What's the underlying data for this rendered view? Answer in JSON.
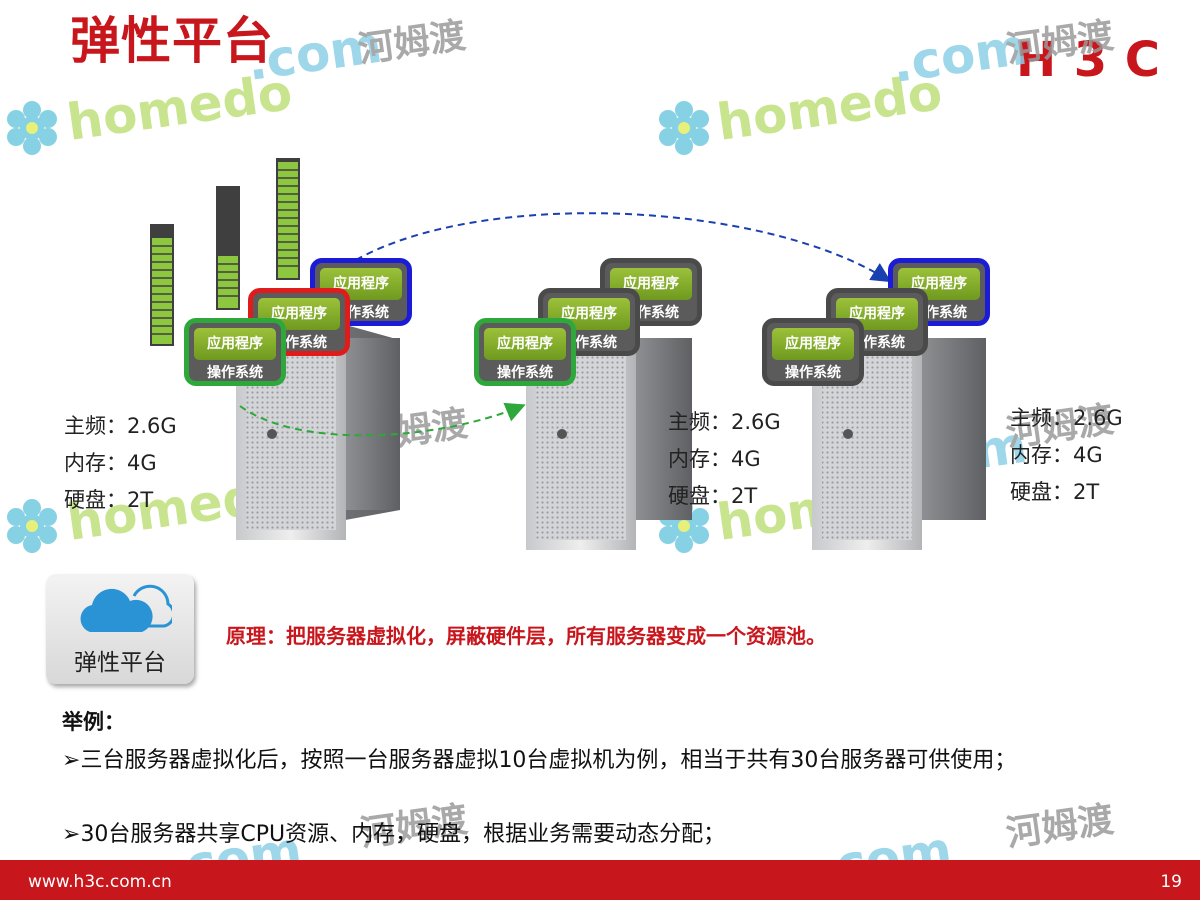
{
  "title": "弹性平台",
  "brand": {
    "logo_text": "H3C",
    "color": "#c8161d"
  },
  "watermark": {
    "brand_text": "homedo",
    "domain_text": ".com",
    "cn_text": "河姆渡"
  },
  "vm": {
    "app_label": "应用程序",
    "os_label": "操作系统"
  },
  "servers": [
    {
      "specs": [
        "主频：2.6G",
        "内存：4G",
        "硬盘：2T"
      ]
    },
    {
      "specs": [
        "主频：2.6G",
        "内存：4G",
        "硬盘：2T"
      ]
    },
    {
      "specs": [
        "主频：2.6G",
        "内存：4G",
        "硬盘：2T"
      ]
    }
  ],
  "cloud_tile": {
    "label": "弹性平台"
  },
  "principle": "原理：把服务器虚拟化，屏蔽硬件层，所有服务器变成一个资源池。",
  "example": {
    "heading": "举例：",
    "bullets": [
      "三台服务器虚拟化后，按照一台服务器虚拟10台虚拟机为例，相当于共有30台服务器可供使用；",
      "30台服务器共享CPU资源、内存，硬盘，根据业务需要动态分配；"
    ]
  },
  "footer": {
    "url": "www.h3c.com.cn",
    "page": "19"
  },
  "colors": {
    "accent_red": "#c8161d",
    "vm_green": "#2ea83a",
    "vm_red": "#e01b1b",
    "vm_blue": "#1b1bd8",
    "app_green": "#8db52e"
  }
}
